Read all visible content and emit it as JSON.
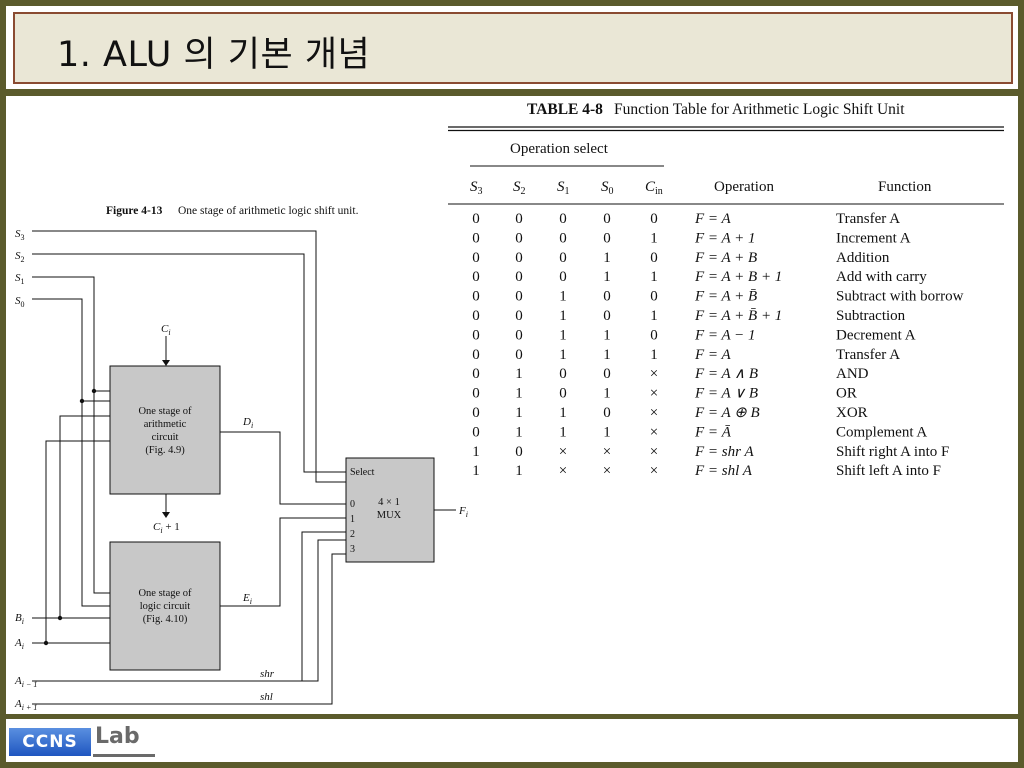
{
  "slide": {
    "title": "1. ALU 의 기본 개념"
  },
  "figure": {
    "caption_num": "Figure 4-13",
    "caption_text": "One stage of arithmetic logic shift unit.",
    "inputs": {
      "s3": "S",
      "s3_sub": "3",
      "s2": "S",
      "s2_sub": "2",
      "s1": "S",
      "s1_sub": "1",
      "s0": "S",
      "s0_sub": "0",
      "bi": "B",
      "bi_sub": "i",
      "ai": "A",
      "ai_sub": "i",
      "aim1": "A",
      "aim1_sub": "i − 1",
      "aip1": "A",
      "aip1_sub": "i + 1"
    },
    "ci": "C",
    "ci_sub": "i",
    "ci1": "C",
    "ci1_sub": "i",
    "ci1_tail": " + 1",
    "arith_block": [
      "One stage of",
      "arithmetic",
      "circuit",
      "(Fig. 4.9)"
    ],
    "logic_block": [
      "One stage of",
      "logic circuit",
      "(Fig. 4.10)"
    ],
    "di": "D",
    "di_sub": "i",
    "ei": "E",
    "ei_sub": "i",
    "shr": "shr",
    "shl": "shl",
    "mux": {
      "select": "Select",
      "name1": "4 × 1",
      "name2": "MUX",
      "in0": "0",
      "in1": "1",
      "in2": "2",
      "in3": "3"
    },
    "fi": "F",
    "fi_sub": "i"
  },
  "table": {
    "caption_num": "TABLE 4-8",
    "caption_text": "Function Table for Arithmetic Logic Shift Unit",
    "group_header": "Operation select",
    "headers": {
      "s3": "S",
      "s3_sub": "3",
      "s2": "S",
      "s2_sub": "2",
      "s1": "S",
      "s1_sub": "1",
      "s0": "S",
      "s0_sub": "0",
      "cin": "C",
      "cin_sub": "in",
      "operation": "Operation",
      "function": "Function"
    },
    "rows": [
      [
        "0",
        "0",
        "0",
        "0",
        "0",
        "F = A",
        "Transfer A"
      ],
      [
        "0",
        "0",
        "0",
        "0",
        "1",
        "F = A + 1",
        "Increment A"
      ],
      [
        "0",
        "0",
        "0",
        "1",
        "0",
        "F = A + B",
        "Addition"
      ],
      [
        "0",
        "0",
        "0",
        "1",
        "1",
        "F = A + B + 1",
        "Add with carry"
      ],
      [
        "0",
        "0",
        "1",
        "0",
        "0",
        "F = A + B̄",
        "Subtract with borrow"
      ],
      [
        "0",
        "0",
        "1",
        "0",
        "1",
        "F = A + B̄ + 1",
        "Subtraction"
      ],
      [
        "0",
        "0",
        "1",
        "1",
        "0",
        "F = A − 1",
        "Decrement A"
      ],
      [
        "0",
        "0",
        "1",
        "1",
        "1",
        "F = A",
        "Transfer A"
      ],
      [
        "0",
        "1",
        "0",
        "0",
        "×",
        "F = A ∧ B",
        "AND"
      ],
      [
        "0",
        "1",
        "0",
        "1",
        "×",
        "F = A ∨ B",
        "OR"
      ],
      [
        "0",
        "1",
        "1",
        "0",
        "×",
        "F = A ⊕ B",
        "XOR"
      ],
      [
        "0",
        "1",
        "1",
        "1",
        "×",
        "F = Ā",
        "Complement A"
      ],
      [
        "1",
        "0",
        "×",
        "×",
        "×",
        "F = shr A",
        "Shift right A into F"
      ],
      [
        "1",
        "1",
        "×",
        "×",
        "×",
        "F = shl A",
        "Shift left A into F"
      ]
    ]
  },
  "logo": {
    "badge": "CCNS",
    "lab": "Lab"
  },
  "colors": {
    "frame": "#5b5b2c",
    "title_bg": "#eae7d6",
    "title_border": "#8a4b32",
    "block_fill": "#c8c8c8",
    "logo_blue": "#2a62c8"
  }
}
